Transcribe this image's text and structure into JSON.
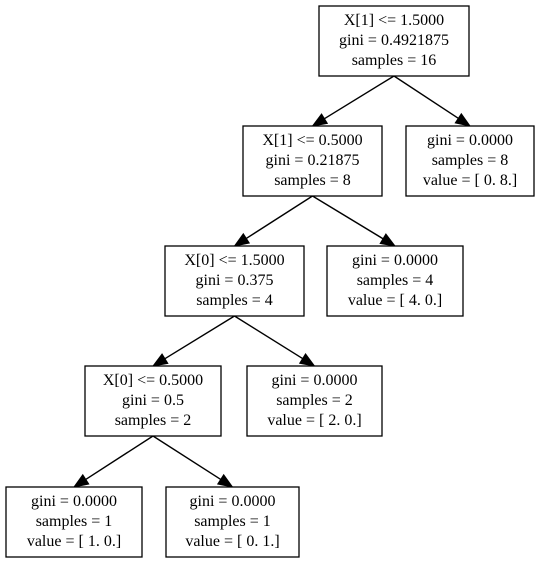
{
  "tree": {
    "nodes": [
      {
        "id": "n0",
        "lines": [
          "X[1] <= 1.5000",
          "gini = 0.4921875",
          "samples = 16"
        ]
      },
      {
        "id": "n1",
        "lines": [
          "X[1] <= 0.5000",
          "gini = 0.21875",
          "samples = 8"
        ]
      },
      {
        "id": "n2",
        "lines": [
          "gini = 0.0000",
          "samples = 8",
          "value = [ 0.  8.]"
        ]
      },
      {
        "id": "n3",
        "lines": [
          "X[0] <= 1.5000",
          "gini = 0.375",
          "samples = 4"
        ]
      },
      {
        "id": "n4",
        "lines": [
          "gini = 0.0000",
          "samples = 4",
          "value = [ 4.  0.]"
        ]
      },
      {
        "id": "n5",
        "lines": [
          "X[0] <= 0.5000",
          "gini = 0.5",
          "samples = 2"
        ]
      },
      {
        "id": "n6",
        "lines": [
          "gini = 0.0000",
          "samples = 2",
          "value = [ 2.  0.]"
        ]
      },
      {
        "id": "n7",
        "lines": [
          "gini = 0.0000",
          "samples = 1",
          "value = [ 1.  0.]"
        ]
      },
      {
        "id": "n8",
        "lines": [
          "gini = 0.0000",
          "samples = 1",
          "value = [ 0.  1.]"
        ]
      }
    ],
    "edges": [
      {
        "from": "n0",
        "to": "n1"
      },
      {
        "from": "n0",
        "to": "n2"
      },
      {
        "from": "n1",
        "to": "n3"
      },
      {
        "from": "n1",
        "to": "n4"
      },
      {
        "from": "n3",
        "to": "n5"
      },
      {
        "from": "n3",
        "to": "n6"
      },
      {
        "from": "n5",
        "to": "n7"
      },
      {
        "from": "n5",
        "to": "n8"
      }
    ]
  }
}
